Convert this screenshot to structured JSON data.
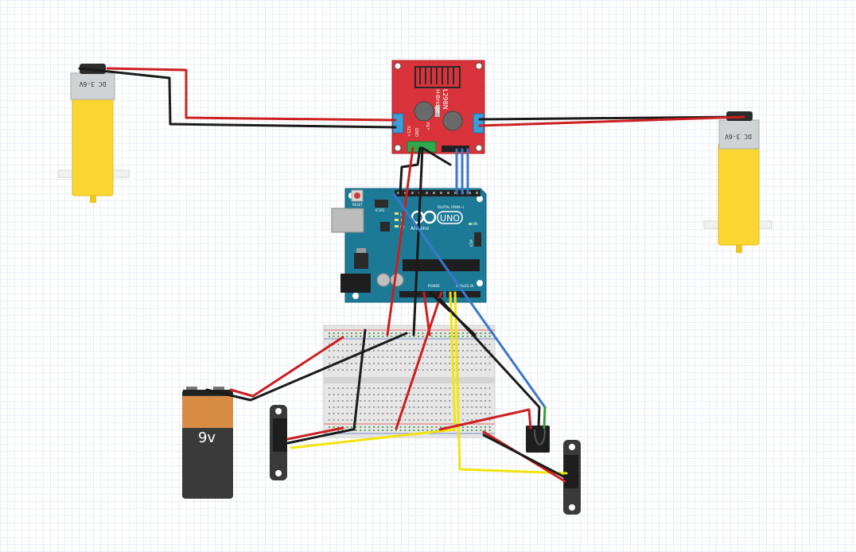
{
  "motor_left": {
    "label": "DC 3-6V"
  },
  "motor_right": {
    "label": "DC 3-6V"
  },
  "hbridge": {
    "name": "L298N",
    "subtitle": "H-Bridge",
    "pins": {
      "p12v": "+12V",
      "gnd": "GND",
      "p5v": "+5V"
    }
  },
  "arduino": {
    "reset_label": "RESET",
    "icsp_label": "ICSP2",
    "icsp_right_label": "ICSP",
    "brand": "Arduino",
    "model": "UNO",
    "digital_label": "DIGITAL (PWM~)",
    "power_label": "POWER",
    "analog_label": "ANALOG IN",
    "tx_label": "TX",
    "rx_label": "RX",
    "l_label": "L",
    "on_label": "ON"
  },
  "battery": {
    "label": "9v"
  },
  "colors": {
    "wire_red": "#cc1f1f",
    "wire_black": "#1a1a1a",
    "wire_blue": "#3a78c9",
    "wire_yellow": "#f2e40c",
    "wire_green": "#3a9a3a",
    "hbridge_red": "#d8333a",
    "arduino_teal": "#1d7a96",
    "motor_yellow": "#fcd630",
    "battery_orange": "#d98c46"
  }
}
